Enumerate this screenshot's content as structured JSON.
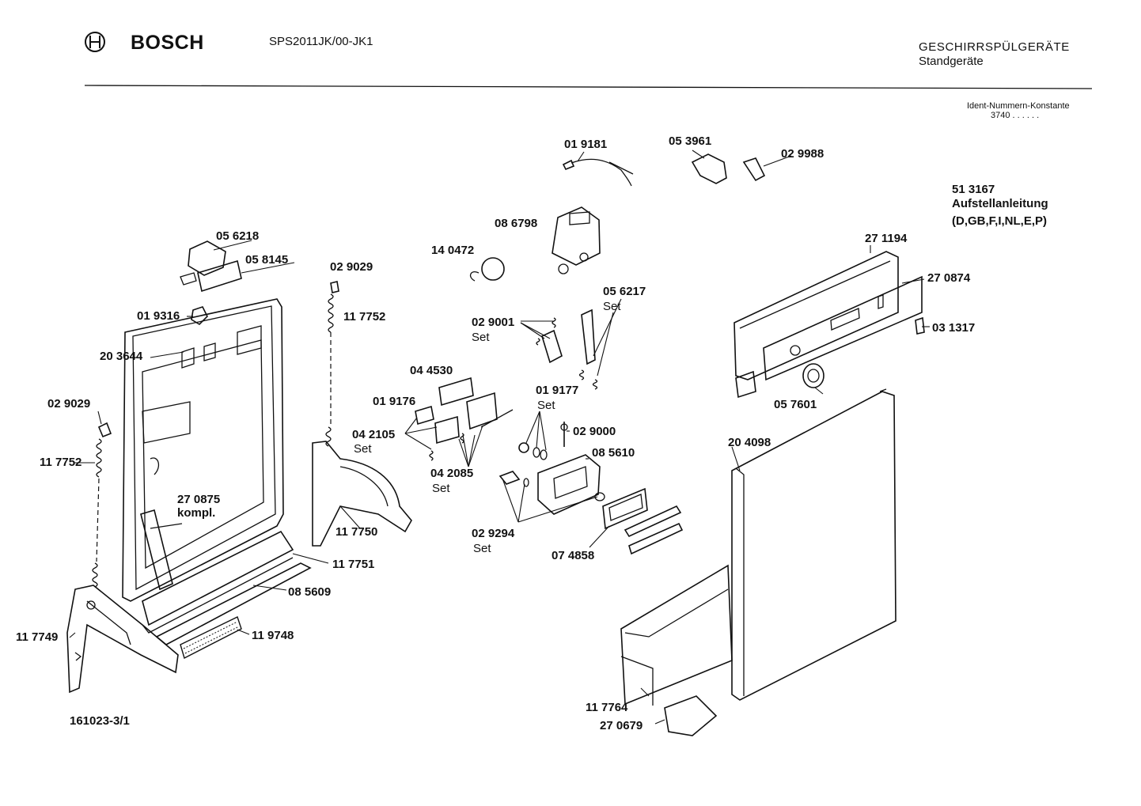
{
  "header": {
    "brand": "BOSCH",
    "model": "SPS2011JK/00-JK1",
    "category": "GESCHIRRSPÜLGERÄTE",
    "subcategory": "Standgeräte",
    "ident_label": "Ident-Nummern-Konstante",
    "ident_value": "3740  . .   . . . ."
  },
  "footer": {
    "drawing_number": "161023-3/1"
  },
  "manual": {
    "number": "51 3167",
    "title": "Aufstellanleitung",
    "languages": "(D,GB,F,I,NL,E,P)"
  },
  "parts": {
    "p019181": "01 9181",
    "p053961": "05 3961",
    "p029988": "02 9988",
    "p086798": "08 6798",
    "p140472": "14 0472",
    "p056218": "05 6218",
    "p058145": "05 8145",
    "p029029a": "02 9029",
    "p117752a": "11 7752",
    "p019316": "01 9316",
    "p203644": "20 3644",
    "p029029b": "02 9029",
    "p117752b": "11 7752",
    "p270875": "27 0875",
    "p270875b": "kompl.",
    "p056217": "05 6217",
    "p056217s": "Set",
    "p029001": "02 9001",
    "p029001s": "Set",
    "p044530": "04 4530",
    "p019176": "01 9176",
    "p042105": "04 2105",
    "p042105s": "Set",
    "p042085": "04 2085",
    "p042085s": "Set",
    "p019177": "01 9177",
    "p019177s": "Set",
    "p029000": "02 9000",
    "p085610": "08 5610",
    "p029294": "02 9294",
    "p029294s": "Set",
    "p074858": "07 4858",
    "p117750": "11 7750",
    "p117751": "11 7751",
    "p085609": "08 5609",
    "p119748": "11 9748",
    "p117749": "11 7749",
    "p271194": "27 1194",
    "p270874": "27 0874",
    "p031317": "03 1317",
    "p057601": "05 7601",
    "p204098": "20 4098",
    "p117764": "11 7764",
    "p270679": "27 0679"
  }
}
